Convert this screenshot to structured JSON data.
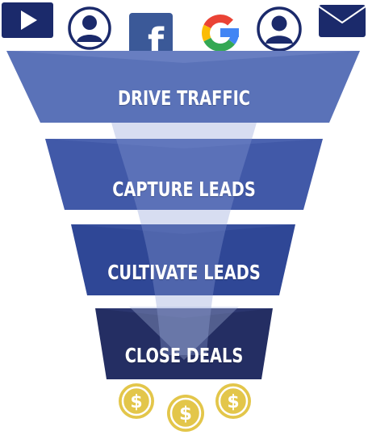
{
  "icons": [
    {
      "name": "youtube-play-icon"
    },
    {
      "name": "user-avatar-icon"
    },
    {
      "name": "facebook-icon",
      "glyph": "f"
    },
    {
      "name": "google-icon",
      "glyph": "G"
    },
    {
      "name": "user-avatar-icon-2"
    },
    {
      "name": "mail-icon"
    }
  ],
  "colors": {
    "navy": "#1b2a6b",
    "stage1": "#5a72b8",
    "stage2": "#4159a8",
    "stage3": "#2f4796",
    "stage4": "#242e63",
    "coin": "#e3c64a",
    "facebook": "#3b5998"
  },
  "stages": [
    {
      "label": "DRIVE TRAFFIC"
    },
    {
      "label": "CAPTURE LEADS"
    },
    {
      "label": "CULTIVATE LEADS"
    },
    {
      "label": "CLOSE DEALS"
    }
  ],
  "coins": [
    {
      "name": "dollar-coin-icon",
      "glyph": "$"
    },
    {
      "name": "dollar-coin-icon",
      "glyph": "$"
    },
    {
      "name": "dollar-coin-icon",
      "glyph": "$"
    }
  ]
}
